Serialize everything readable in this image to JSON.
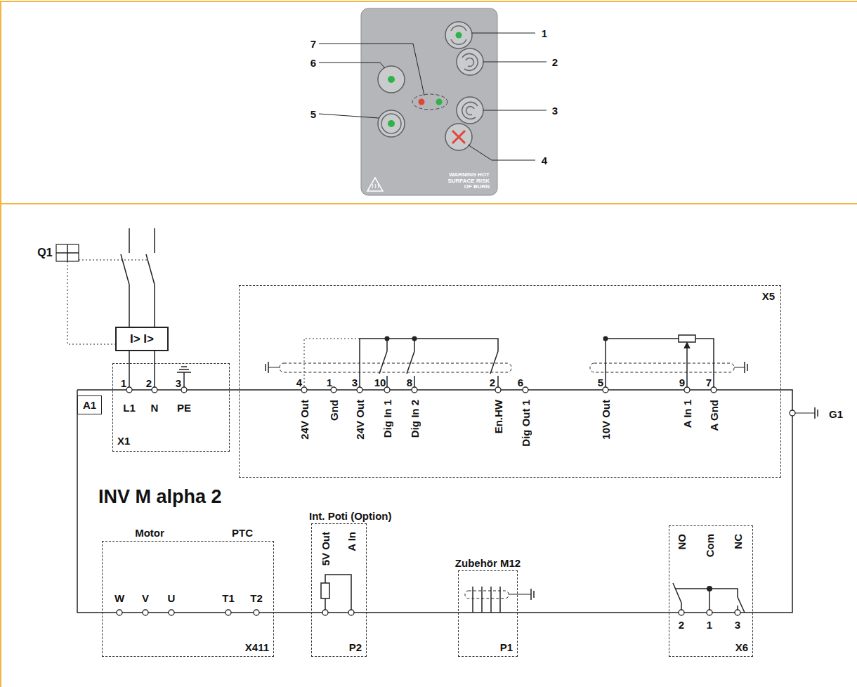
{
  "diagram": {
    "nodes": [
      {
        "text": [
          "I> I>"
        ]
      },
      {
        "text": [
          "X1"
        ]
      },
      {
        "text": [
          "X5"
        ]
      },
      {
        "text": [
          "X411"
        ]
      },
      {
        "text": [
          "Int. Poti (Option)",
          "P2"
        ]
      },
      {
        "text": [
          "Zubehör M12",
          "P1"
        ]
      },
      {
        "text": [
          "X6"
        ]
      },
      {
        "text": [
          "A1"
        ]
      }
    ],
    "edges": [
      {
        "from": 0,
        "to": 1,
        "arrow": "none"
      }
    ],
    "labels": [
      "7",
      "6",
      "5",
      "1",
      "2",
      "3",
      "4",
      "WARNING HOT SURFACE RISK OF BURN",
      "Q1",
      "1",
      "2",
      "3",
      "L1",
      "N",
      "PE",
      "4",
      "1",
      "3",
      "10",
      "8",
      "2",
      "6",
      "5",
      "9",
      "7",
      "24V Out",
      "Gnd",
      "24V Out",
      "Dig In 1",
      "Dig In 2",
      "En.HW",
      "Dig Out 1",
      "10V Out",
      "A In 1",
      "A Gnd",
      "INV M alpha 2",
      "Motor",
      "PTC",
      "W",
      "V",
      "U",
      "T1",
      "T2",
      "5V Out",
      "A In",
      "NO",
      "Com",
      "NC",
      "2",
      "1",
      "3",
      "G1"
    ]
  }
}
